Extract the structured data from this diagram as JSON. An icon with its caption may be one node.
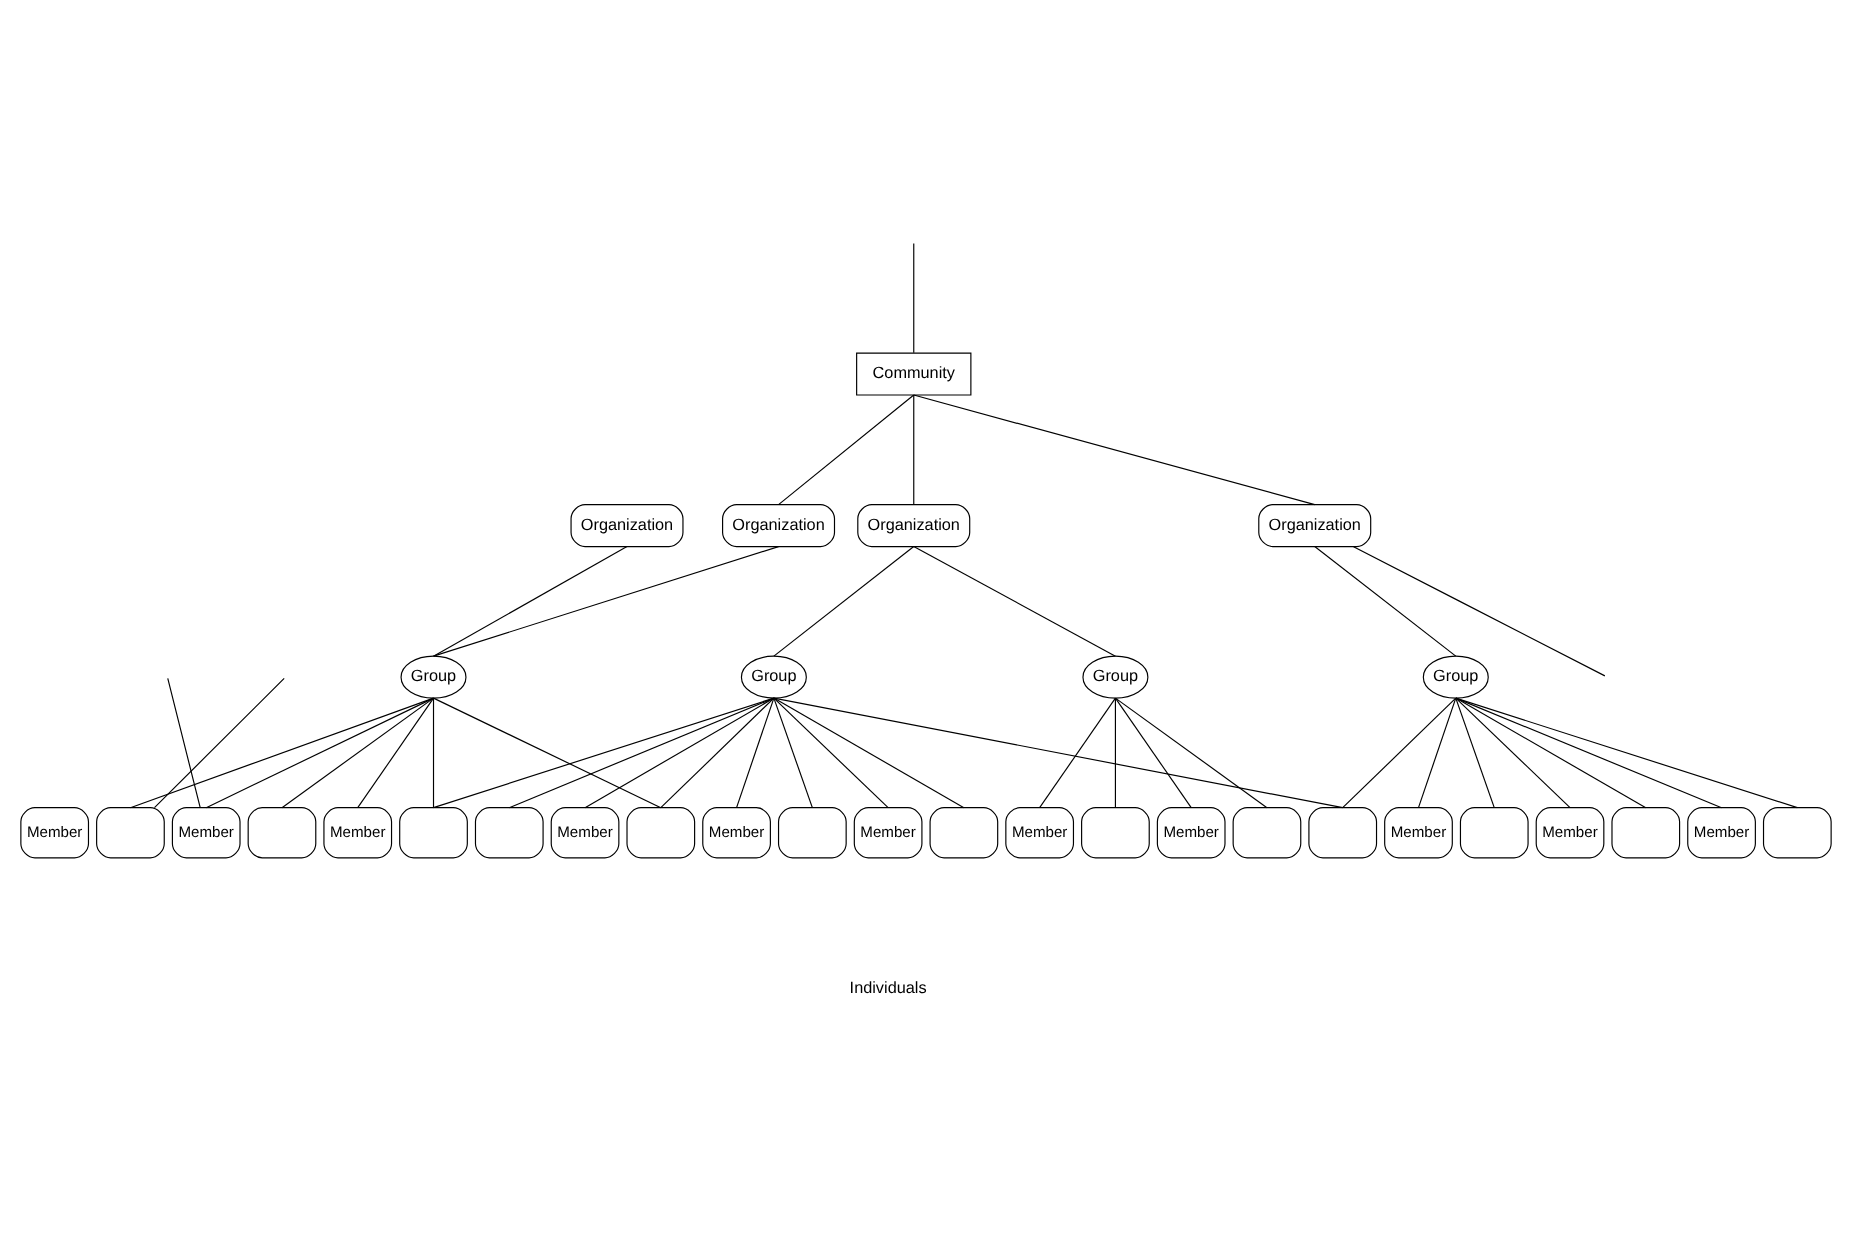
{
  "diagram": {
    "nodes": [
      {
        "text": [
          "Community"
        ]
      },
      {
        "text": [
          "Organization"
        ]
      },
      {
        "text": [
          "Organization"
        ]
      },
      {
        "text": [
          "Organization"
        ]
      },
      {
        "text": [
          "Organization"
        ]
      },
      {
        "text": [
          "Group"
        ]
      },
      {
        "text": [
          "Group"
        ]
      },
      {
        "text": [
          "Group"
        ]
      },
      {
        "text": [
          "Group"
        ]
      },
      {
        "text": [
          "Member"
        ]
      },
      {
        "text": [],
        "shape": "box"
      },
      {
        "text": [
          "Member"
        ]
      },
      {
        "text": [],
        "shape": "box"
      },
      {
        "text": [
          "Member"
        ]
      },
      {
        "text": [],
        "shape": "box"
      },
      {
        "text": [],
        "shape": "box"
      },
      {
        "text": [
          "Member"
        ]
      },
      {
        "text": [],
        "shape": "box"
      },
      {
        "text": [
          "Member"
        ]
      },
      {
        "text": [],
        "shape": "box"
      },
      {
        "text": [
          "Member"
        ]
      },
      {
        "text": [],
        "shape": "box"
      },
      {
        "text": [
          "Member"
        ]
      },
      {
        "text": [],
        "shape": "box"
      },
      {
        "text": [
          "Member"
        ]
      },
      {
        "text": [],
        "shape": "box"
      },
      {
        "text": [],
        "shape": "box"
      },
      {
        "text": [
          "Member"
        ]
      },
      {
        "text": [],
        "shape": "box"
      },
      {
        "text": [
          "Member"
        ]
      },
      {
        "text": [],
        "shape": "box"
      },
      {
        "text": [
          "Member"
        ]
      },
      {
        "text": [],
        "shape": "box"
      }
    ],
    "edges": [
      {
        "from": null,
        "to": 0,
        "arrow": "none"
      },
      {
        "from": 0,
        "to": 2,
        "arrow": "none"
      },
      {
        "from": 0,
        "to": 3,
        "arrow": "none"
      },
      {
        "from": 0,
        "to": 4,
        "arrow": "none"
      },
      {
        "from": 1,
        "to": 5,
        "arrow": "none"
      },
      {
        "from": 2,
        "to": 5,
        "arrow": "none"
      },
      {
        "from": 3,
        "to": 6,
        "arrow": "none"
      },
      {
        "from": 3,
        "to": 7,
        "arrow": "none"
      },
      {
        "from": 4,
        "to": 8,
        "arrow": "none"
      },
      {
        "from": 4,
        "to": null,
        "arrow": "none"
      },
      {
        "from": null,
        "to": 10,
        "arrow": "none"
      },
      {
        "from": null,
        "to": 11,
        "arrow": "none"
      },
      {
        "from": 5,
        "to": 10,
        "arrow": "none"
      },
      {
        "from": 5,
        "to": 11,
        "arrow": "none"
      },
      {
        "from": 5,
        "to": 12,
        "arrow": "none"
      },
      {
        "from": 5,
        "to": 13,
        "arrow": "none"
      },
      {
        "from": 5,
        "to": 14,
        "arrow": "none"
      },
      {
        "from": 5,
        "to": 17,
        "arrow": "none"
      },
      {
        "from": 6,
        "to": 14,
        "arrow": "none"
      },
      {
        "from": 6,
        "to": 15,
        "arrow": "none"
      },
      {
        "from": 6,
        "to": 16,
        "arrow": "none"
      },
      {
        "from": 6,
        "to": 17,
        "arrow": "none"
      },
      {
        "from": 6,
        "to": 18,
        "arrow": "none"
      },
      {
        "from": 6,
        "to": 19,
        "arrow": "none"
      },
      {
        "from": 6,
        "to": 20,
        "arrow": "none"
      },
      {
        "from": 6,
        "to": 21,
        "arrow": "none"
      },
      {
        "from": 6,
        "to": 26,
        "arrow": "none"
      },
      {
        "from": 7,
        "to": 22,
        "arrow": "none"
      },
      {
        "from": 7,
        "to": 23,
        "arrow": "none"
      },
      {
        "from": 7,
        "to": 24,
        "arrow": "none"
      },
      {
        "from": 7,
        "to": 25,
        "arrow": "none"
      },
      {
        "from": 8,
        "to": 26,
        "arrow": "none"
      },
      {
        "from": 8,
        "to": 27,
        "arrow": "none"
      },
      {
        "from": 8,
        "to": 28,
        "arrow": "none"
      },
      {
        "from": 8,
        "to": 29,
        "arrow": "none"
      },
      {
        "from": 8,
        "to": 30,
        "arrow": "none"
      },
      {
        "from": 8,
        "to": 31,
        "arrow": "none"
      },
      {
        "from": 8,
        "to": 32,
        "arrow": "none"
      }
    ],
    "labels": [
      "Individuals"
    ]
  }
}
